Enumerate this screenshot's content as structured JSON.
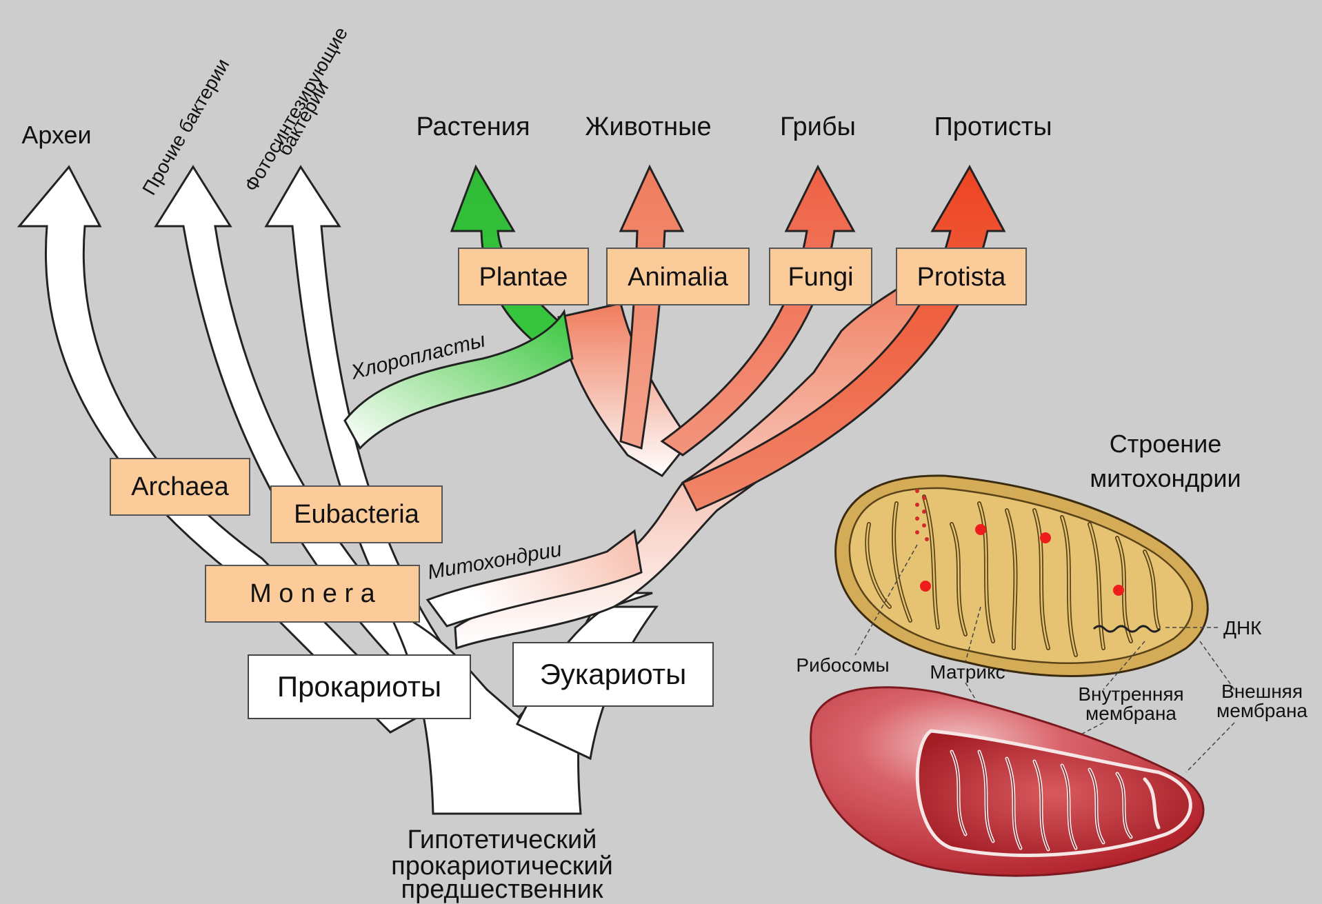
{
  "top_labels": {
    "archaea": "Археи",
    "other_bacteria": "Прочие бактерии",
    "photosynthetic_1": "Фотосинтезирующие",
    "photosynthetic_2": "бактерии",
    "plants": "Растения",
    "animals": "Животные",
    "fungi": "Грибы",
    "protists": "Протисты"
  },
  "kingdom_boxes": {
    "plantae": "Plantae",
    "animalia": "Animalia",
    "fungi": "Fungi",
    "protista": "Protista",
    "archaea": "Archaea",
    "eubacteria": "Eubacteria",
    "monera": "M o n e r a"
  },
  "domain_boxes": {
    "prokaryotes": "Прокариоты",
    "eukaryotes": "Эукариоты"
  },
  "branch_labels": {
    "chloroplasts": "Хлоропласты",
    "mitochondria": "Митохондрии"
  },
  "ancestor": {
    "line1": "Гипотетический",
    "line2": "прокариотический",
    "line3": "предшественник"
  },
  "mito": {
    "title1": "Строение",
    "title2": "митохондрии",
    "dna": "ДНК",
    "ribosomes": "Рибосомы",
    "matrix": "Матрикс",
    "inner1": "Внутренняя",
    "inner2": "мембрана",
    "outer1": "Внешняя",
    "outer2": "мембрана"
  },
  "colors": {
    "background": "#cdcdcd",
    "box_fill": "#fbcb9a",
    "plant_green": "#39c63f",
    "animal_salmon": "#f08363",
    "fungi_coral": "#f0634a",
    "protist_red": "#f04a2a",
    "mito_outer": "#d4ac57",
    "mito_3d": "#c9343d"
  }
}
